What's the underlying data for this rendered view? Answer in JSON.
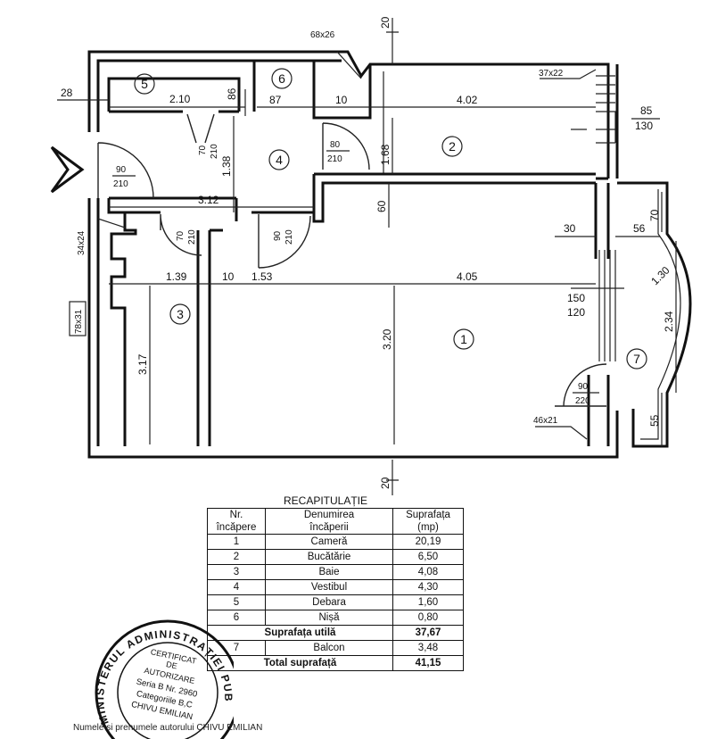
{
  "plan": {
    "room_numbers": [
      "1",
      "2",
      "3",
      "4",
      "5",
      "6",
      "7"
    ],
    "dimensions": {
      "top_20": "20",
      "bottom_20": "20",
      "d28": "28",
      "d2_10": "2.10",
      "d86": "86",
      "d87": "87",
      "d10_top": "10",
      "d4_02": "4.02",
      "d1_68": "1.68",
      "d1_38": "1.38",
      "d3_12": "3.12",
      "d60": "60",
      "d30": "30",
      "d56": "56",
      "d70_right": "70",
      "d1_30": "1.30",
      "d1_39": "1.39",
      "d10_mid": "10",
      "d1_53": "1.53",
      "d4_05": "4.05",
      "d3_17": "3.17",
      "d3_20": "3.20",
      "d2_34": "2.34",
      "d55": "55"
    },
    "openings": {
      "vent_68x26": "68x26",
      "vent_37x22": "37x22",
      "vent_34x24": "34x24",
      "vent_78x31": "78x31",
      "vent_46x21": "46x21",
      "win_top": "85",
      "win_bottom": "130",
      "win2_top": "150",
      "win2_bottom": "120"
    },
    "doors": {
      "entry_w": "90",
      "entry_h": "210",
      "door4_w": "80",
      "door4_h": "210",
      "debara_w": "70",
      "debara_h": "210",
      "baie_w": "70",
      "baie_h": "210",
      "camera_w": "90",
      "camera_h": "210",
      "balcon_w": "90",
      "balcon_h": "220"
    }
  },
  "recap": {
    "title": "RECAPITULAȚIE",
    "headers": [
      [
        "Nr.",
        "încăpere"
      ],
      [
        "Denumirea",
        "încăperii"
      ],
      [
        "Suprafața",
        "(mp)"
      ]
    ],
    "rows": [
      {
        "nr": "1",
        "name": "Cameră",
        "area": "20,19"
      },
      {
        "nr": "2",
        "name": "Bucătărie",
        "area": "6,50"
      },
      {
        "nr": "3",
        "name": "Baie",
        "area": "4,08"
      },
      {
        "nr": "4",
        "name": "Vestibul",
        "area": "4,30"
      },
      {
        "nr": "5",
        "name": "Debara",
        "area": "1,60"
      },
      {
        "nr": "6",
        "name": "Nișă",
        "area": "0,80"
      }
    ],
    "util": {
      "label": "Suprafața utilă",
      "area": "37,67"
    },
    "balcon": {
      "nr": "7",
      "name": "Balcon",
      "area": "3,48"
    },
    "total": {
      "label": "Total suprafață",
      "area": "41,15"
    }
  },
  "stamp": {
    "outer_text": "MINISTERUL ADMINISTRAȚIEI PUBLICE",
    "lines": [
      "CERTIFICAT",
      "DE",
      "AUTORIZARE",
      "Seria B Nr. 2960",
      "Categoriile B,C",
      "CHIVU EMILIAN"
    ]
  },
  "footer": "Numele și prenumele autorului CHIVU EMILIAN"
}
